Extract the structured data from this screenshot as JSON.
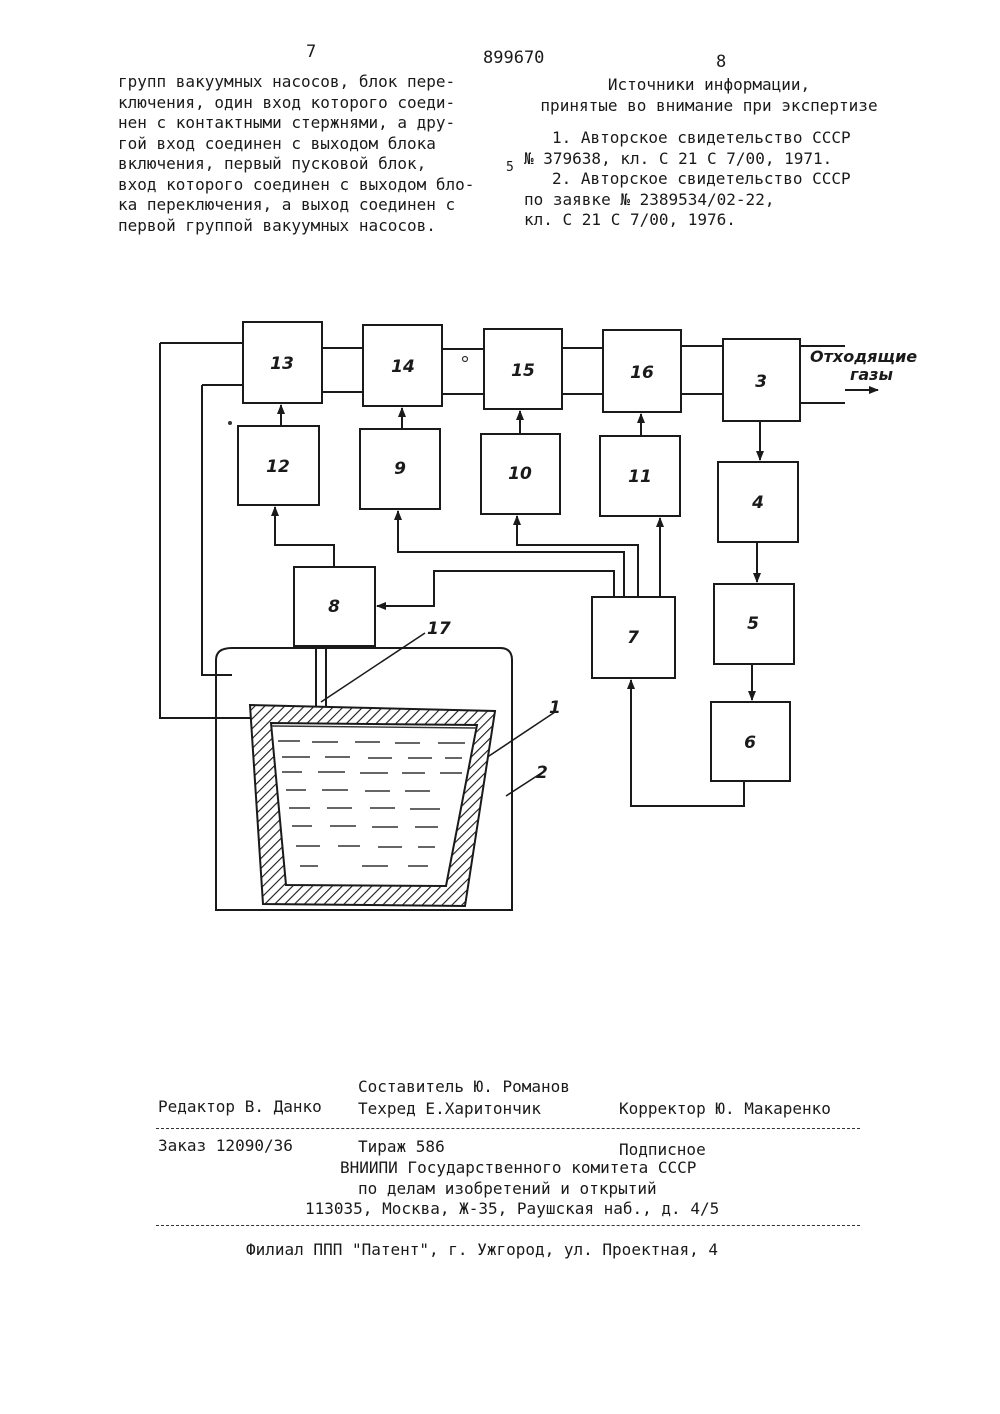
{
  "header": {
    "page_left": "7",
    "patent_number": "899670",
    "page_right": "8",
    "margin_line_no": "5"
  },
  "left_column": {
    "lines": [
      "групп вакуумных насосов, блок пере-",
      "ключения, один вход которого соеди-",
      "нен с контактными стержнями, а дру-",
      "гой вход соединен с выходом блока",
      "включения, первый пусковой блок,",
      "вход которого соединен с выходом бло-",
      "ка переключения, а выход соединен с",
      "первой группой вакуумных насосов."
    ]
  },
  "sources": {
    "heading_1": "Источники информации,",
    "heading_2": "принятые во внимание при экспертизе",
    "refs": [
      "1. Авторское свидетельство СССР",
      "№ 379638, кл. С 21 С 7/00, 1971.",
      "2. Авторское свидетельство СССР",
      "по заявке № 2389534/02-22,",
      "кл. С 21 С 7/00, 1976."
    ]
  },
  "diagram": {
    "blocks": [
      "13",
      "14",
      "15",
      "16",
      "3",
      "12",
      "9",
      "10",
      "11",
      "4",
      "8",
      "7",
      "5",
      "6"
    ],
    "labels": {
      "crucible": "1",
      "chamber": "2",
      "rods": "17"
    },
    "exhaust_1": "Отходящие",
    "exhaust_2": "газы"
  },
  "imprint": {
    "compiler": "Составитель Ю. Романов",
    "editor": "Редактор В. Данко",
    "techred": "Техред Е.Харитончик",
    "corrector": "Корректор Ю. Макаренко",
    "order": "Заказ 12090/36",
    "circulation": "Тираж 586",
    "subscription": "Подписное",
    "org_1": "ВНИИПИ Государственного комитета СССР",
    "org_2": "по делам изобретений и открытий",
    "address": "113035, Москва, Ж-35, Раушская наб., д. 4/5",
    "branch": "Филиал ППП \"Патент\", г. Ужгород, ул. Проектная, 4"
  }
}
